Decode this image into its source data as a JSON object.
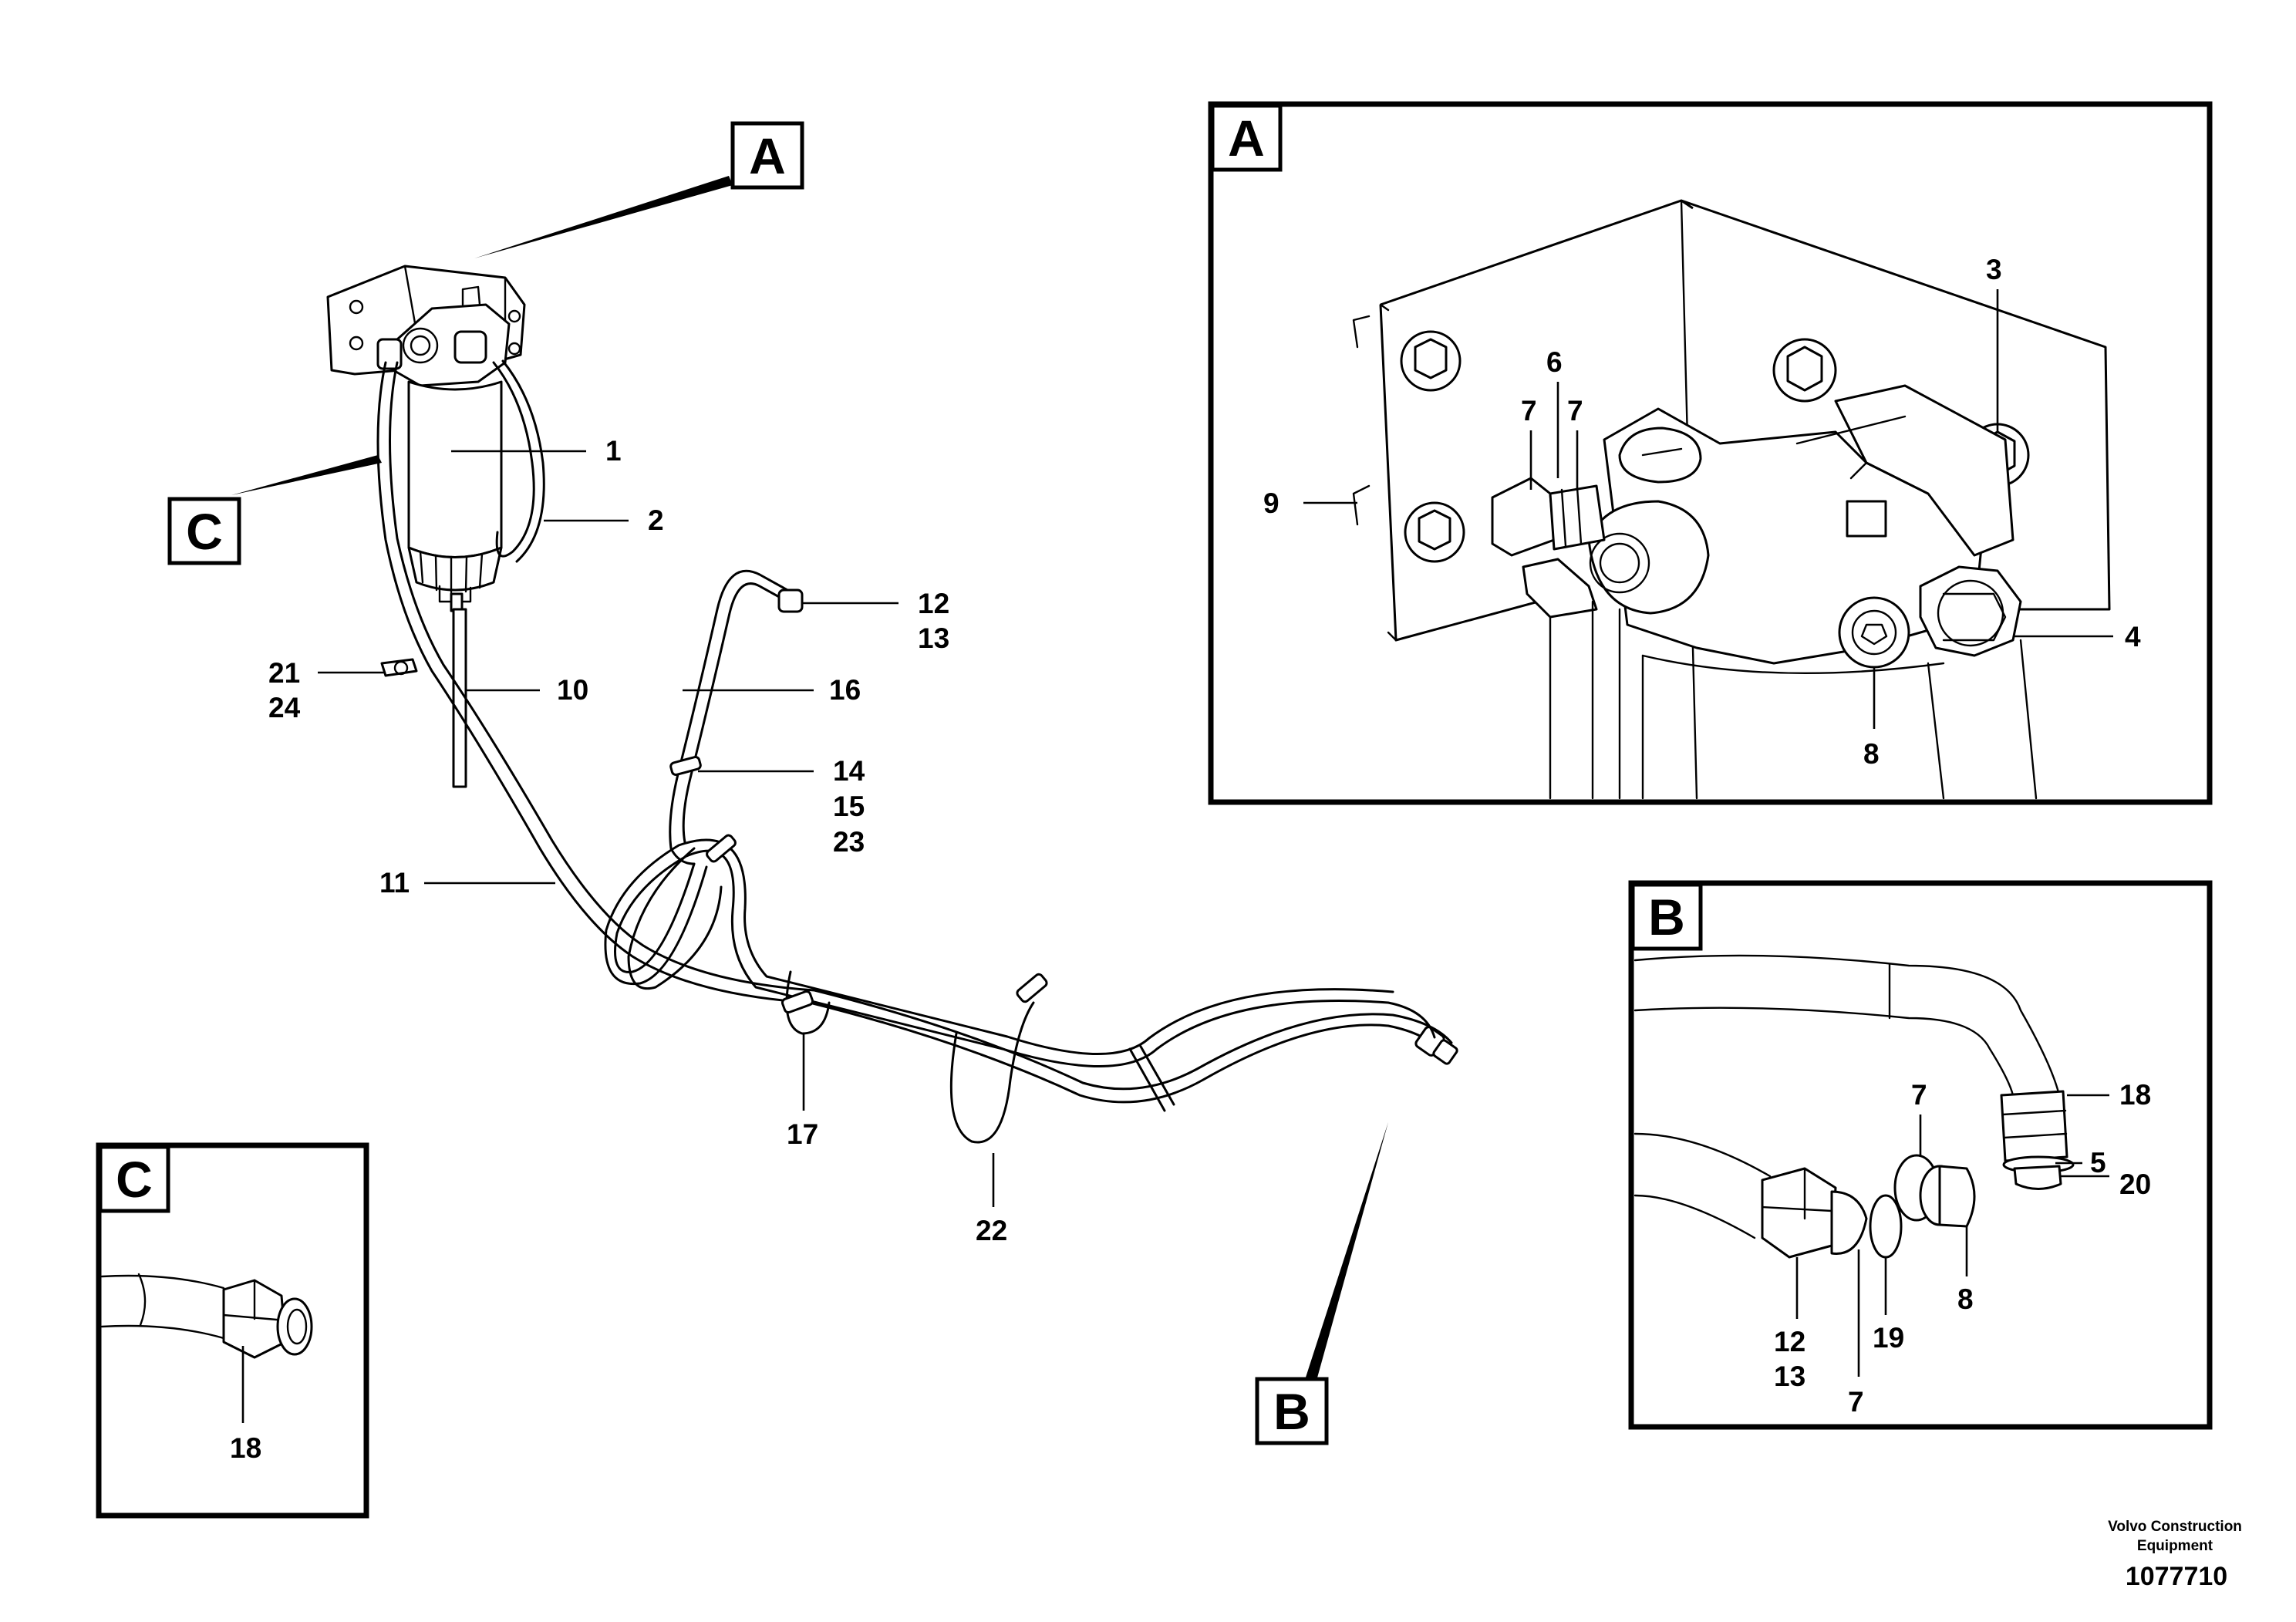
{
  "callouts": {
    "main": {
      "p1": "1",
      "p2": "2",
      "p10": "10",
      "p11": "11",
      "p12": "12",
      "p13": "13",
      "p14": "14",
      "p15": "15",
      "p16": "16",
      "p17": "17",
      "p21": "21",
      "p22": "22",
      "p23": "23",
      "p24": "24"
    },
    "detail_a": {
      "p3": "3",
      "p4": "4",
      "p6": "6",
      "p7a": "7",
      "p7b": "7",
      "p8": "8",
      "p9": "9"
    },
    "detail_b": {
      "p18": "18",
      "p5": "5",
      "p20": "20",
      "p7a": "7",
      "p8": "8",
      "p12": "12",
      "p13": "13",
      "p19": "19",
      "p7b": "7"
    },
    "detail_c": {
      "p18": "18"
    }
  },
  "view_labels": {
    "a_ref": "A",
    "b_ref": "B",
    "c_ref": "C",
    "a_detail": "A",
    "b_detail": "B",
    "c_detail": "C"
  },
  "footer": {
    "credit_line1": "Volvo Construction",
    "credit_line2": "Equipment",
    "doc_number": "1077710"
  }
}
